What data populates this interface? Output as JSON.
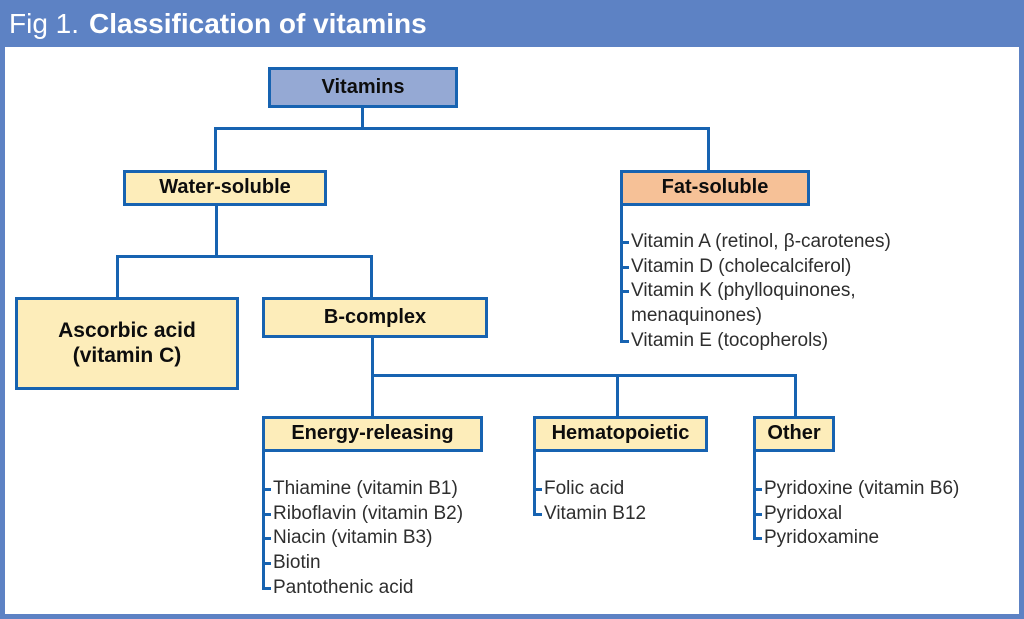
{
  "header": {
    "fig_label": "Fig 1.",
    "title": "Classification of vitamins"
  },
  "nodes": {
    "vitamins": "Vitamins",
    "water_soluble": "Water-soluble",
    "fat_soluble": "Fat-soluble",
    "ascorbic_line1": "Ascorbic acid",
    "ascorbic_line2": "(vitamin C)",
    "b_complex": "B-complex",
    "energy_releasing": "Energy-releasing",
    "hematopoietic": "Hematopoietic",
    "other": "Other"
  },
  "lists": {
    "fat_soluble": {
      "items": [
        "Vitamin A (retinol, β-carotenes)",
        "Vitamin D (cholecalciferol)",
        "Vitamin K (phylloquinones, menaquinones)",
        "Vitamin E (tocopherols)"
      ]
    },
    "energy_releasing": {
      "items": [
        "Thiamine (vitamin B1)",
        "Riboflavin (vitamin B2)",
        "Niacin (vitamin B3)",
        "Biotin",
        "Pantothenic acid"
      ]
    },
    "hematopoietic": {
      "items": [
        "Folic acid",
        "Vitamin B12"
      ]
    },
    "other": {
      "items": [
        "Pyridoxine (vitamin B6)",
        "Pyridoxal",
        "Pyridoxamine"
      ]
    }
  },
  "colors": {
    "frame": "#5d82c4",
    "line": "#1763b1",
    "rootFill": "#95a9d4",
    "yellow": "#fdedba",
    "orange": "#f6c197",
    "ink": "#0d0d0d",
    "listInk": "#2e2e2e"
  }
}
